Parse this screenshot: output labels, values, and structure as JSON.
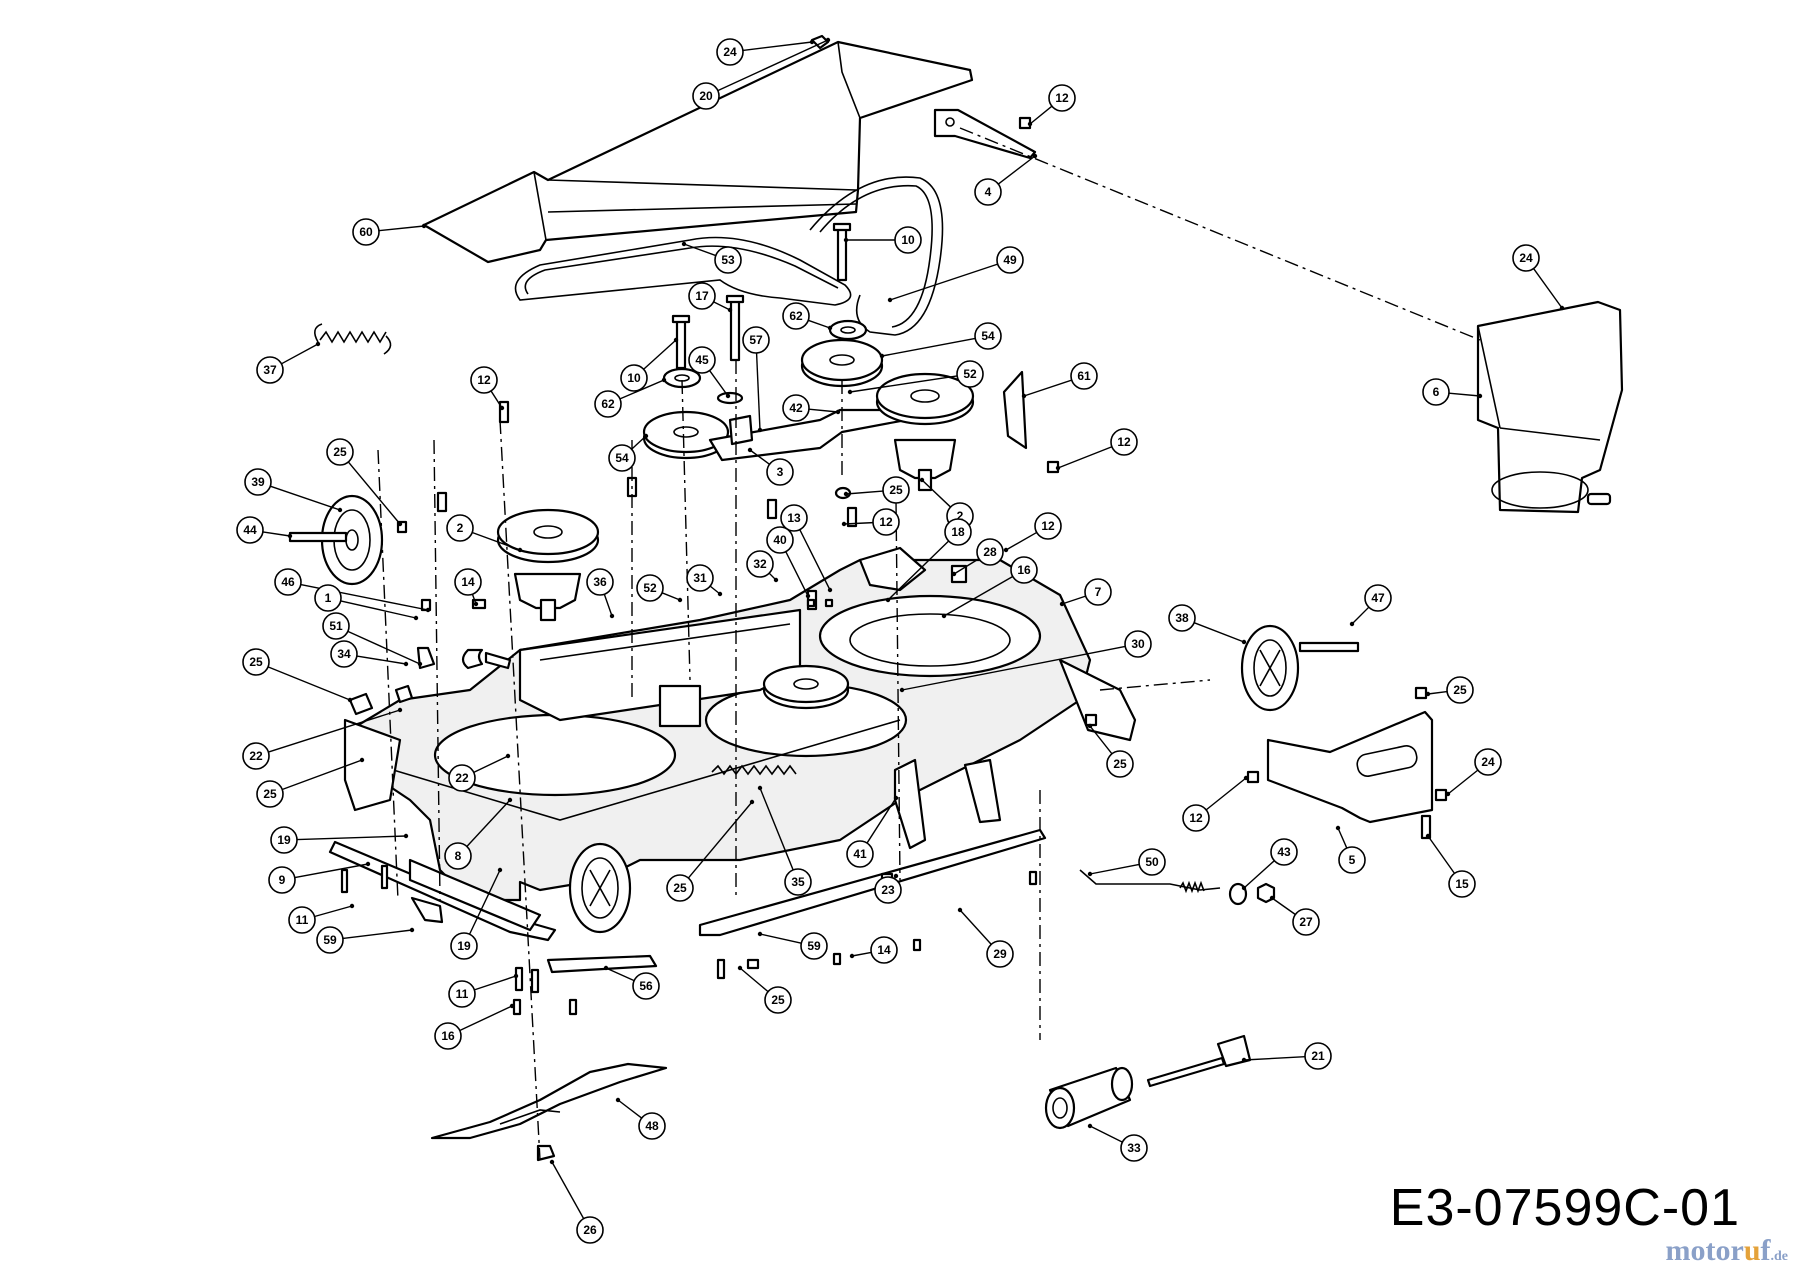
{
  "diagram": {
    "drawing_code": "E3-07599C-01",
    "watermark": {
      "main": "motor",
      "o_letter": "u",
      "tail": "f",
      "tld": ".de"
    },
    "colors": {
      "line": "#000000",
      "background": "#ffffff",
      "watermark_blue": "#8aa0c8",
      "watermark_orange": "#e4a23a"
    },
    "callouts": [
      {
        "id": "c24a",
        "label": "24"
      },
      {
        "id": "c20",
        "label": "20"
      },
      {
        "id": "c12a",
        "label": "12"
      },
      {
        "id": "c4",
        "label": "4"
      },
      {
        "id": "c60",
        "label": "60"
      },
      {
        "id": "c53",
        "label": "53"
      },
      {
        "id": "c10a",
        "label": "10"
      },
      {
        "id": "c49",
        "label": "49"
      },
      {
        "id": "c24b",
        "label": "24"
      },
      {
        "id": "c6",
        "label": "6"
      },
      {
        "id": "c17",
        "label": "17"
      },
      {
        "id": "c62a",
        "label": "62"
      },
      {
        "id": "c54a",
        "label": "54"
      },
      {
        "id": "c37",
        "label": "37"
      },
      {
        "id": "c10b",
        "label": "10"
      },
      {
        "id": "c45",
        "label": "45"
      },
      {
        "id": "c57",
        "label": "57"
      },
      {
        "id": "c62b",
        "label": "62"
      },
      {
        "id": "c52a",
        "label": "52"
      },
      {
        "id": "c61",
        "label": "61"
      },
      {
        "id": "c12b",
        "label": "12"
      },
      {
        "id": "c42",
        "label": "42"
      },
      {
        "id": "c54b",
        "label": "54"
      },
      {
        "id": "c3",
        "label": "3"
      },
      {
        "id": "c12c",
        "label": "12"
      },
      {
        "id": "c25a",
        "label": "25"
      },
      {
        "id": "c39",
        "label": "39"
      },
      {
        "id": "c25b",
        "label": "25"
      },
      {
        "id": "c2a",
        "label": "2"
      },
      {
        "id": "c12d",
        "label": "12"
      },
      {
        "id": "c13",
        "label": "13"
      },
      {
        "id": "c12e",
        "label": "12"
      },
      {
        "id": "c44",
        "label": "44"
      },
      {
        "id": "c2b",
        "label": "2"
      },
      {
        "id": "c40",
        "label": "40"
      },
      {
        "id": "c18",
        "label": "18"
      },
      {
        "id": "c28",
        "label": "28"
      },
      {
        "id": "c46",
        "label": "46"
      },
      {
        "id": "c16a",
        "label": "16"
      },
      {
        "id": "c14a",
        "label": "14"
      },
      {
        "id": "c36",
        "label": "36"
      },
      {
        "id": "c32",
        "label": "32"
      },
      {
        "id": "c31",
        "label": "31"
      },
      {
        "id": "c52b",
        "label": "52"
      },
      {
        "id": "c7",
        "label": "7"
      },
      {
        "id": "c1",
        "label": "1"
      },
      {
        "id": "c47",
        "label": "47"
      },
      {
        "id": "c51",
        "label": "51"
      },
      {
        "id": "c38",
        "label": "38"
      },
      {
        "id": "c34",
        "label": "34"
      },
      {
        "id": "c30",
        "label": "30"
      },
      {
        "id": "c25c",
        "label": "25"
      },
      {
        "id": "c25d",
        "label": "25"
      },
      {
        "id": "c22a",
        "label": "22"
      },
      {
        "id": "c25e",
        "label": "25"
      },
      {
        "id": "c24c",
        "label": "24"
      },
      {
        "id": "c25f",
        "label": "25"
      },
      {
        "id": "c12f",
        "label": "12"
      },
      {
        "id": "c22b",
        "label": "22"
      },
      {
        "id": "c19a",
        "label": "19"
      },
      {
        "id": "c8",
        "label": "8"
      },
      {
        "id": "c41",
        "label": "41"
      },
      {
        "id": "c5",
        "label": "5"
      },
      {
        "id": "c15",
        "label": "15"
      },
      {
        "id": "c9",
        "label": "9"
      },
      {
        "id": "c35",
        "label": "35"
      },
      {
        "id": "c50",
        "label": "50"
      },
      {
        "id": "c43",
        "label": "43"
      },
      {
        "id": "c25g",
        "label": "25"
      },
      {
        "id": "c23",
        "label": "23"
      },
      {
        "id": "c11a",
        "label": "11"
      },
      {
        "id": "c27",
        "label": "27"
      },
      {
        "id": "c59a",
        "label": "59"
      },
      {
        "id": "c19b",
        "label": "19"
      },
      {
        "id": "c59b",
        "label": "59"
      },
      {
        "id": "c14b",
        "label": "14"
      },
      {
        "id": "c29",
        "label": "29"
      },
      {
        "id": "c56",
        "label": "56"
      },
      {
        "id": "c11b",
        "label": "11"
      },
      {
        "id": "c25h",
        "label": "25"
      },
      {
        "id": "c16b",
        "label": "16"
      },
      {
        "id": "c21",
        "label": "21"
      },
      {
        "id": "c48",
        "label": "48"
      },
      {
        "id": "c33",
        "label": "33"
      },
      {
        "id": "c26",
        "label": "26"
      }
    ]
  }
}
